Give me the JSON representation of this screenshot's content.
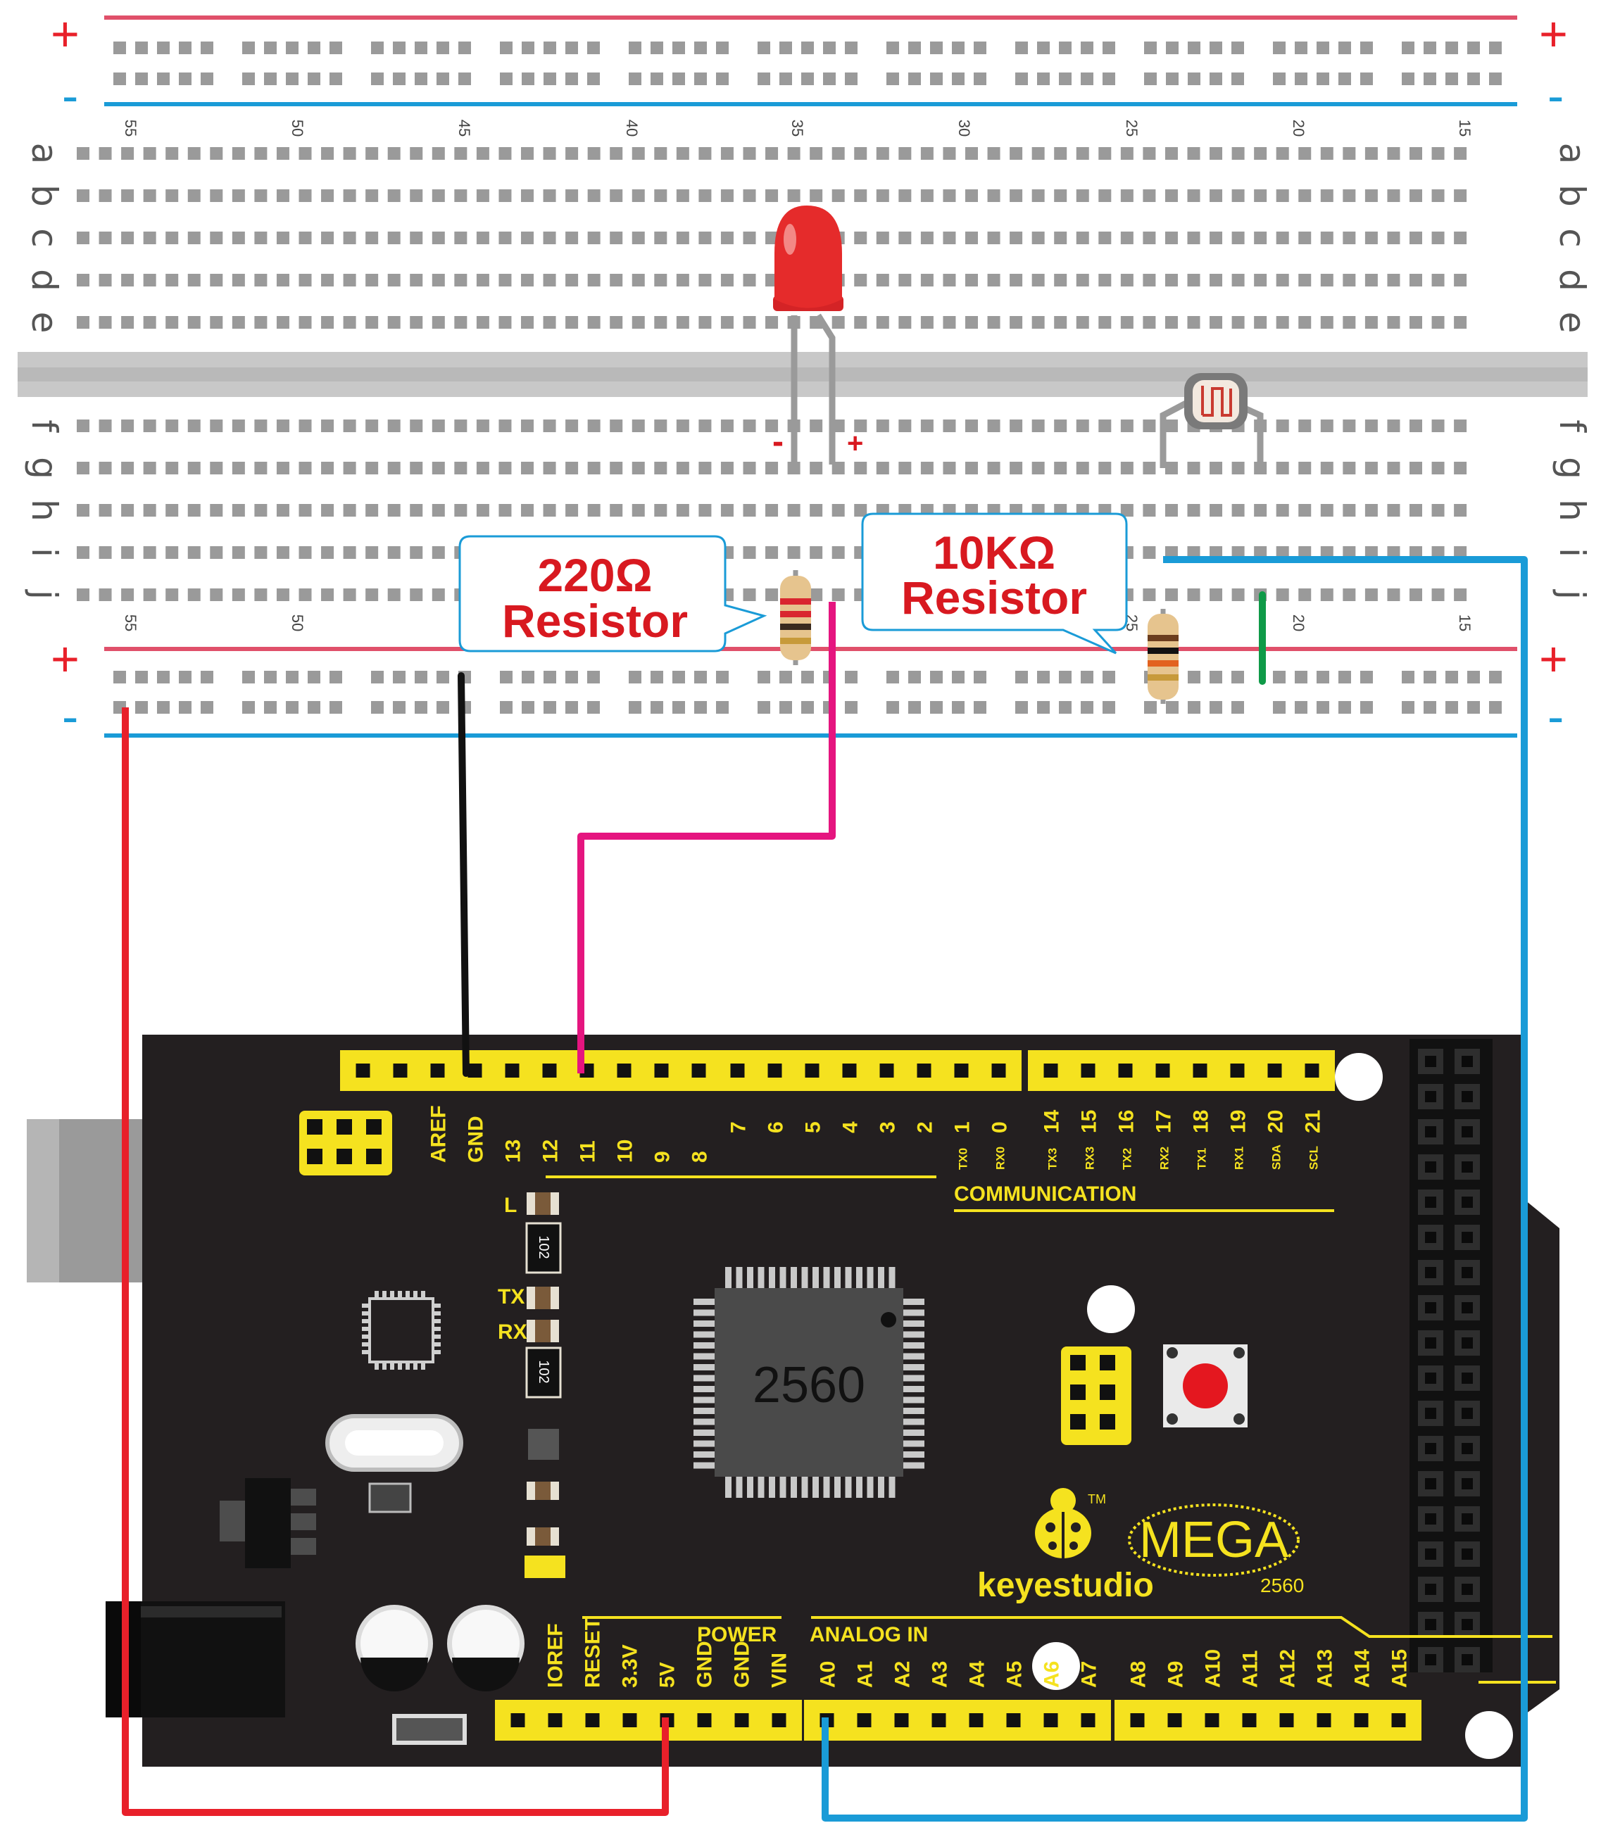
{
  "breadboard": {
    "row_letters_top": [
      "a",
      "b",
      "c",
      "d",
      "e"
    ],
    "row_letters_bottom": [
      "f",
      "g",
      "h",
      "i",
      "j"
    ],
    "column_numbers": [
      "55",
      "50",
      "45",
      "40",
      "35",
      "30",
      "25",
      "20",
      "15"
    ],
    "rail_plus": "+",
    "rail_minus": "-"
  },
  "led": {
    "minus_label": "-",
    "plus_label": "+",
    "color": "#e52b2b"
  },
  "callouts": {
    "r220": {
      "line1": "220Ω",
      "line2": "Resistor"
    },
    "r10k": {
      "line1": "10KΩ",
      "line2": "Resistor"
    }
  },
  "board": {
    "top_header_left": [
      "AREF",
      "GND",
      "13",
      "12",
      "11",
      "10",
      "9",
      "8"
    ],
    "top_header_mid": [
      "7",
      "6",
      "5",
      "4",
      "3",
      "2",
      "1",
      "0"
    ],
    "tx0_rx0": [
      "TX0",
      "RX0"
    ],
    "top_header_right": [
      "14",
      "15",
      "16",
      "17",
      "18",
      "19",
      "20",
      "21"
    ],
    "comm_sub": [
      "TX3",
      "RX3",
      "TX2",
      "RX2",
      "TX1",
      "RX1",
      "SDA",
      "SCL"
    ],
    "communication": "COMMUNICATION",
    "led_labels": [
      "L",
      "TX",
      "RX"
    ],
    "smd_code": "102",
    "chip_label": "2560",
    "brand": "keyestudio",
    "brand_tm": "TM",
    "mega": "MEGA",
    "mega_sub": "2560",
    "power_title": "POWER",
    "power_pins": [
      "IOREF",
      "RESET",
      "3.3V",
      "5V",
      "GND",
      "GND",
      "VIN"
    ],
    "analog_title": "ANALOG IN",
    "analog_pins_1": [
      "A0",
      "A1",
      "A2",
      "A3",
      "A4",
      "A5",
      "A6",
      "A7"
    ],
    "analog_pins_2": [
      "A8",
      "A9",
      "A10",
      "A11",
      "A12",
      "A13",
      "A14",
      "A15"
    ]
  },
  "colors": {
    "board": "#231f20",
    "header": "#f5e21f",
    "wire_red": "#e8202a",
    "wire_black": "#111111",
    "wire_magenta": "#e5157f",
    "wire_blue": "#1a9bd7",
    "wire_green": "#0f9a48",
    "rail_red": "#e0506a",
    "rail_blue": "#1a9bd7"
  }
}
